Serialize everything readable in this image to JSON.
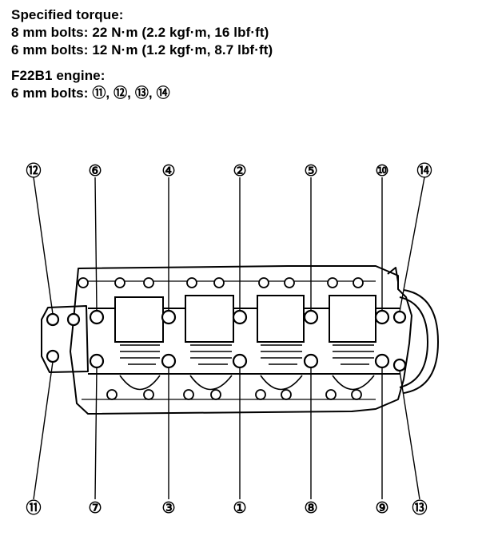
{
  "spec": {
    "heading": "Specified torque:",
    "line8mm": "8 mm bolts: 22 N·m (2.2 kgf·m, 16 lbf·ft)",
    "line6mm": "6 mm bolts: 12 N·m (1.2 kgf·m, 8.7 lbf·ft)",
    "engine": "F22B1 engine:",
    "engine6mm": "6 mm bolts: ⑪, ⑫, ⑬, ⑭"
  },
  "callouts": {
    "top": [
      "⑫",
      "⑥",
      "④",
      "②",
      "⑤",
      "⑩",
      "⑭"
    ],
    "bottom": [
      "⑪",
      "⑦",
      "③",
      "①",
      "⑧",
      "⑨",
      "⑬"
    ]
  }
}
